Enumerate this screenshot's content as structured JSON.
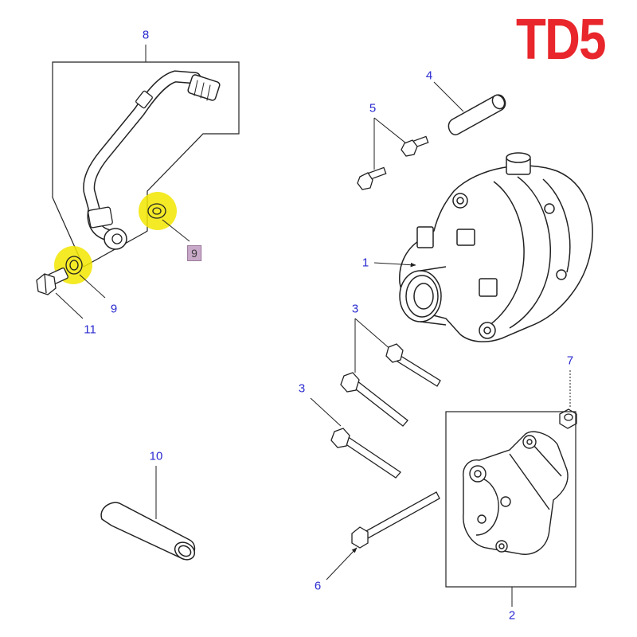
{
  "title": "TD5",
  "colors": {
    "title": "#e8262b",
    "callout": "#2a2ad0",
    "highlight": "#f2e600",
    "line": "#222222",
    "selected_box": "#c9a9c9"
  },
  "callouts": [
    {
      "id": "c8",
      "label": "8"
    },
    {
      "id": "c4",
      "label": "4"
    },
    {
      "id": "c5",
      "label": "5"
    },
    {
      "id": "c1",
      "label": "1"
    },
    {
      "id": "c9a",
      "label": "9"
    },
    {
      "id": "c9b",
      "label": "9"
    },
    {
      "id": "c11",
      "label": "11"
    },
    {
      "id": "c3a",
      "label": "3"
    },
    {
      "id": "c3b",
      "label": "3"
    },
    {
      "id": "c7",
      "label": "7"
    },
    {
      "id": "c10",
      "label": "10"
    },
    {
      "id": "c6",
      "label": "6"
    },
    {
      "id": "c2",
      "label": "2"
    }
  ],
  "highlighted_parts": [
    "9"
  ],
  "selected_part": "9"
}
